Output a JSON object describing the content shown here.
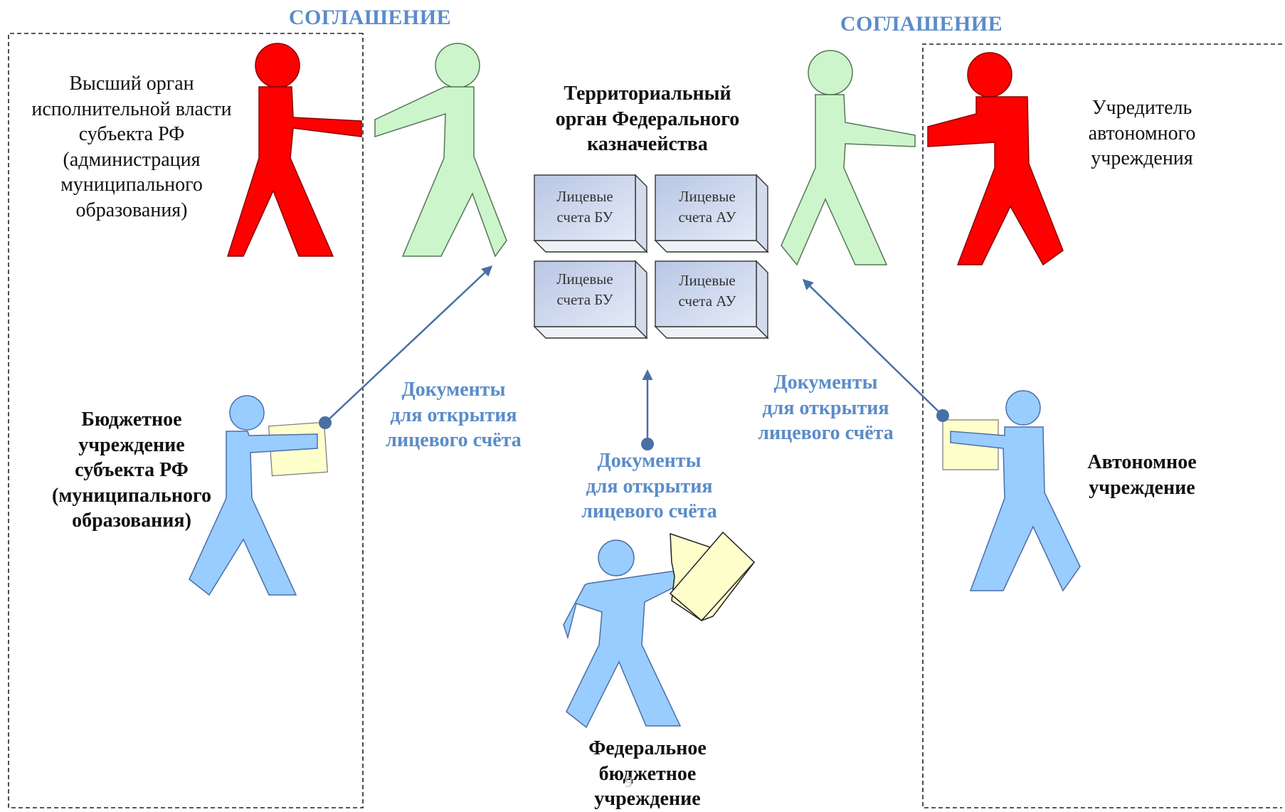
{
  "agreements": {
    "left": "СОГЛАШЕНИЕ",
    "right": "СОГЛАШЕНИЕ"
  },
  "center_title": [
    "Территориальный",
    "орган Федерального",
    "казначейства"
  ],
  "accounts": [
    [
      "Лицевые",
      "счета БУ"
    ],
    [
      "Лицевые",
      "счета АУ"
    ],
    [
      "Лицевые",
      "счета БУ"
    ],
    [
      "Лицевые",
      "счета АУ"
    ]
  ],
  "actors": {
    "high_authority": [
      "Высший орган",
      "исполнительной власти",
      "субъекта РФ",
      "(администрация",
      "муниципального",
      "образования)"
    ],
    "founder": [
      "Учредитель",
      "автономного",
      "учреждения"
    ],
    "budget_institution": [
      "Бюджетное",
      "учреждение",
      "субъекта РФ",
      "(муниципального",
      "образования)"
    ],
    "autonomous_institution": [
      "Автономное",
      "учреждение"
    ],
    "federal_institution": [
      "Федеральное",
      "бюджетное",
      "учреждение"
    ]
  },
  "document_labels": {
    "left": [
      "Документы",
      "для открытия",
      "лицевого счёта"
    ],
    "center": [
      "Документы",
      "для открытия",
      "лицевого счёта"
    ],
    "right": [
      "Документы",
      "для открытия",
      "лицевого счёта"
    ]
  },
  "page_number": "9",
  "colors": {
    "red": "#ff0000",
    "green": "#ccf5cc",
    "blue": "#99ccff",
    "paper": "#ffffcc",
    "arrow": "#4a6fa5",
    "label_blue": "#5b8cc8"
  }
}
